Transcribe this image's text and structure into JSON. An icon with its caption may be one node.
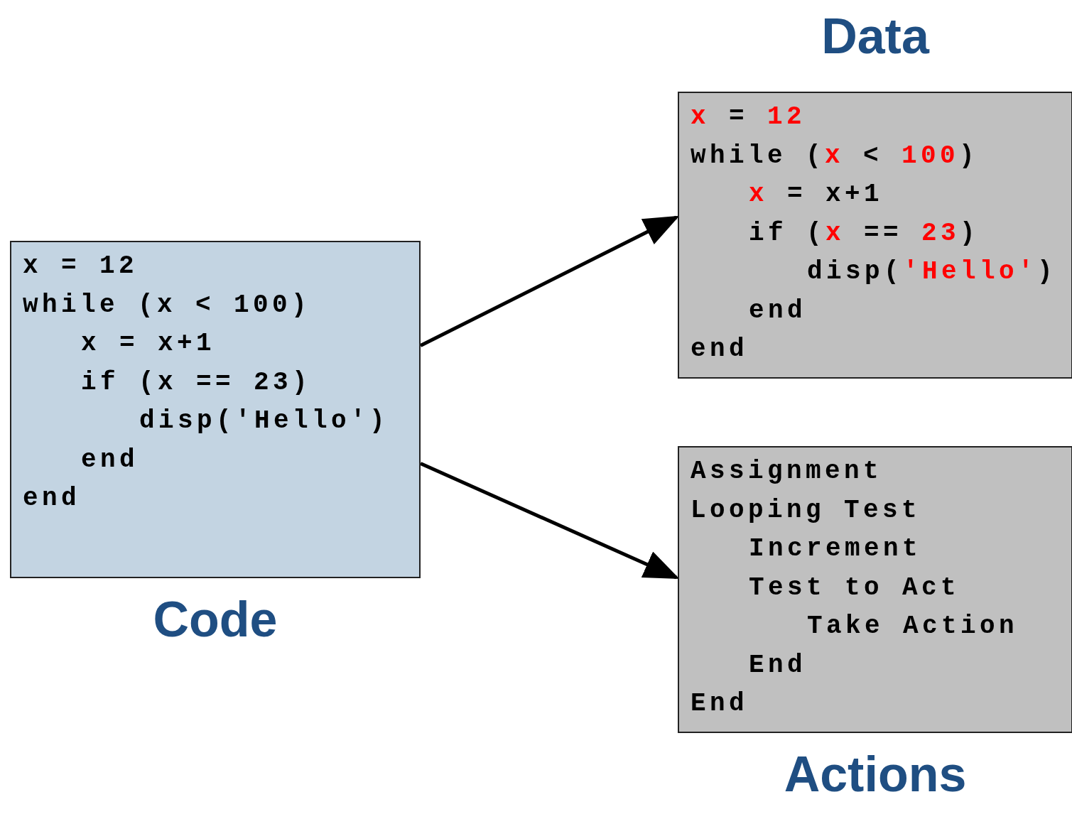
{
  "diagram": {
    "nodes": [
      {
        "text": [
          "x = 12",
          "while (x < 100)",
          "x = x+1",
          "if (x == 23)",
          "disp('Hello')",
          "end",
          "end",
          "Code"
        ]
      },
      {
        "text": [
          "Data",
          "*x* = *12*",
          "while (*x* < *100*)",
          "*x* = x+1",
          "if (*x* == *23*)",
          "disp(*'Hello'*)",
          "end",
          "end"
        ]
      },
      {
        "text": [
          "Assignment",
          "Looping Test",
          "Increment",
          "Test to Act",
          "Take Action",
          "End",
          "End",
          "Actions"
        ]
      }
    ],
    "edges": [
      {
        "from": 0,
        "to": 1,
        "arrow": "to"
      },
      {
        "from": 0,
        "to": 2,
        "arrow": "to"
      }
    ]
  }
}
